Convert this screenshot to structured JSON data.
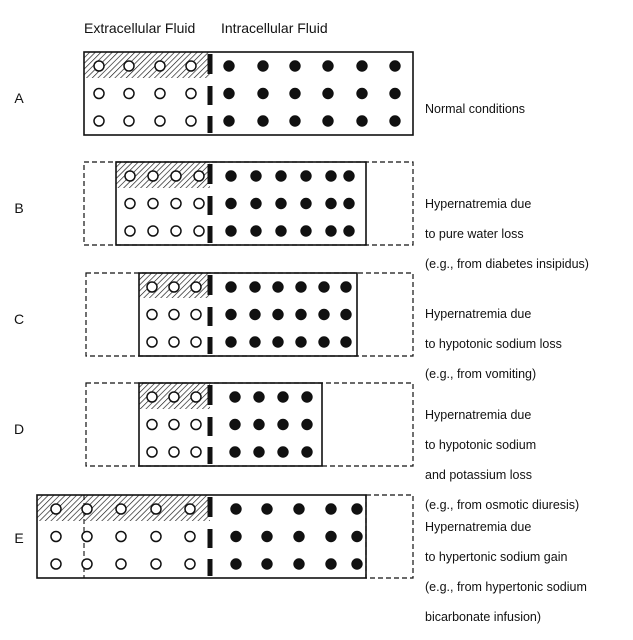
{
  "headers": {
    "extracellular": "Extracellular Fluid",
    "intracellular": "Intracellular Fluid"
  },
  "rows": [
    {
      "label": "A",
      "lines": [
        "Normal conditions"
      ]
    },
    {
      "label": "B",
      "lines": [
        "Hypernatremia due",
        "to pure water loss",
        "(e.g., from diabetes insipidus)"
      ]
    },
    {
      "label": "C",
      "lines": [
        "Hypernatremia due",
        "to hypotonic sodium loss",
        "(e.g., from vomiting)"
      ]
    },
    {
      "label": "D",
      "lines": [
        "Hypernatremia due",
        "to hypotonic sodium",
        "and potassium loss",
        "(e.g., from osmotic diuresis)"
      ]
    },
    {
      "label": "E",
      "lines": [
        "Hypernatremia due",
        "to hypertonic sodium gain",
        "(e.g., from hypertonic sodium",
        "bicarbonate infusion)"
      ]
    }
  ],
  "colors": {
    "ink": "#111111",
    "paper": "#ffffff"
  }
}
